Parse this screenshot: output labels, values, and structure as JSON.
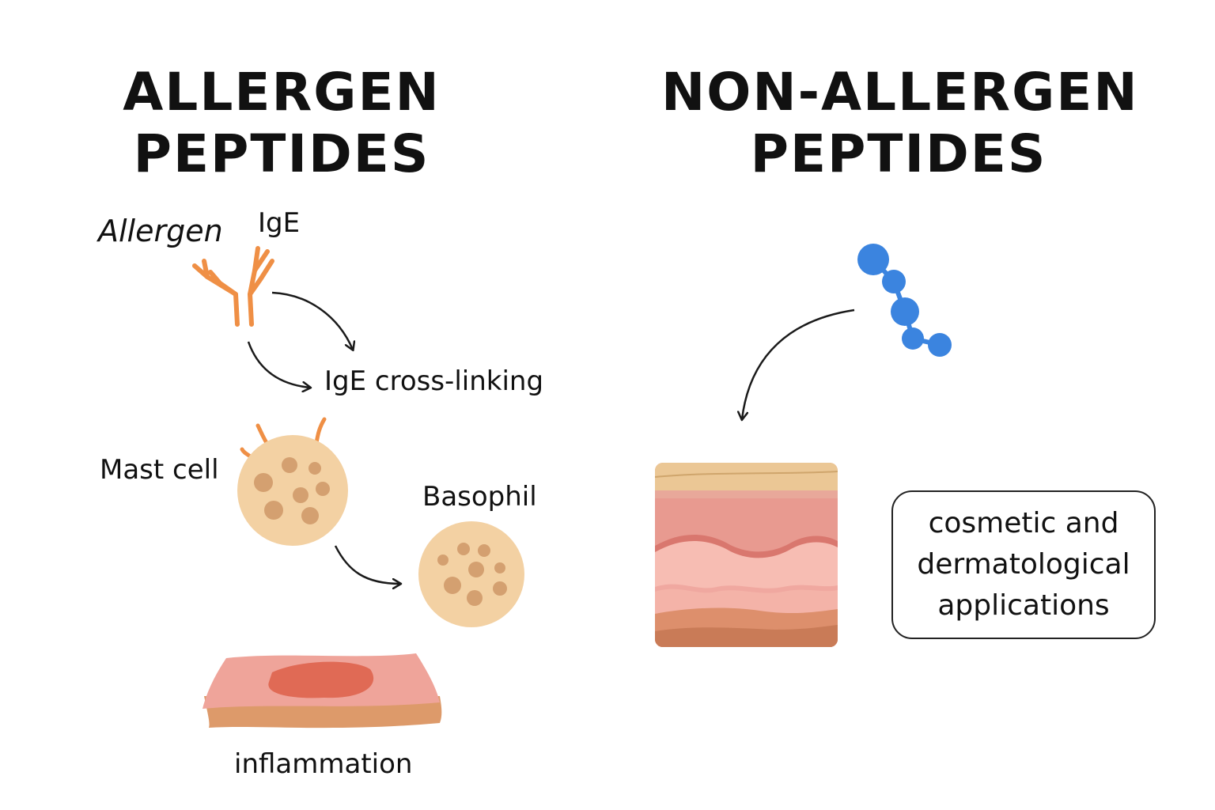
{
  "allergen": {
    "title_line1": "ALLERGEN",
    "title_line2": "PEPTIDES",
    "labels": {
      "allergen": "Allergen",
      "ige": "IgE",
      "crosslinking": "IgE cross-linking",
      "mast_cell": "Mast cell",
      "basophil": "Basophil",
      "inflammation": "inflammation"
    }
  },
  "non_allergen": {
    "title_line1": "NON-ALLERGEN",
    "title_line2": "PEPTIDES",
    "applications": {
      "line1": "cosmetic and",
      "line2": "dermatological",
      "line3": "applications"
    }
  },
  "colors": {
    "antibody": "#ef8f45",
    "cell": "#f3d1a3",
    "granule": "#d4a070",
    "peptide": "#3b84df",
    "inflamed_skin": "#efa49a",
    "inflamed_spot": "#e06a55",
    "arrow": "#1a1a1a"
  }
}
